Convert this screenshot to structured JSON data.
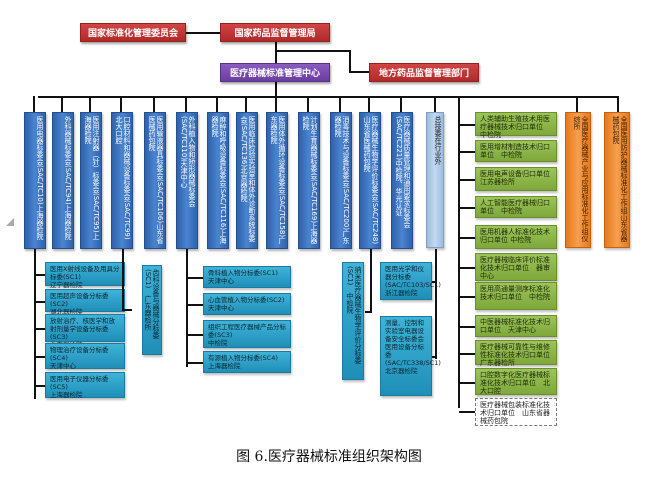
{
  "top": {
    "sac": "国家标准化管理委员会",
    "nmpa": "国家药品监督管理局",
    "center": "医疗器械标准管理中心",
    "local": "地方药品监督管理部门"
  },
  "committees": [
    {
      "name": "医用电器标委会(SAC/TC10)",
      "org": "上海器检院"
    },
    {
      "name": "外科器械标委会(SAC/TC94)",
      "org": "上海器检院"
    },
    {
      "name": "医用注射器（针）标委会(SAC/TC95)",
      "org": "上海器检院"
    },
    {
      "name": "口腔材料和器械设备标委会(SAC/TC99)",
      "org": "北大口腔"
    },
    {
      "name": "医用输液器具标委会(SAC/TC106)",
      "org": "山东省医械药包院"
    },
    {
      "name": "外科植入物和矫形器械标委会(SAC/TC110)",
      "org": "天津中心"
    },
    {
      "name": "麻醉和呼吸设备标委会(SAC/TC116)",
      "org": "上海器检院"
    },
    {
      "name": "医用临床检验实验室和体外诊断系统标委会(SAC/TC136)",
      "org": "北京器检院"
    },
    {
      "name": "医用体外循环设备标委会(SAC/TC158)",
      "org": "广东器检院"
    },
    {
      "name": "计划生育器械标委会(SAC/TC169)",
      "org": "上海器检院"
    },
    {
      "name": "消毒技术与设备标委会(SAC/TC200)",
      "org": "广东器检院"
    },
    {
      "name": "医疗器械生物学评价标委会(SAC/TC248)",
      "org": "山东省医械药包院"
    },
    {
      "name": "医疗器械质量管理和通用要求标委会(SAC/TC221)",
      "org": "中检院、华光认证"
    }
  ],
  "general_group": "总技委在行业外",
  "tech_units": [
    "人类辅助生殖技术用医疗器械技术归口单位　中检院",
    "医用增材制造技术归口单位　中检院",
    "医用电声设备归口单位　江苏器检所",
    "人工智能医疗器械归口单位　中检院",
    "医用机器人标准化技术归口单位 中检院",
    "医疗器械临床评价标准化技术归口单位　器审中心",
    "医用高通量测序标准化技术归口单位　中检院",
    "中医器械标准化技术归口单位　天津中心",
    "医疗器械可靠性与维修性标准化技术归口单位　广东器检所",
    "口腔数字化医疗器械标准化技术归口单位　北大口腔"
  ],
  "tech_unit_pending": "医疗器械包装标准化技术归口单位　山东省器械药包院",
  "working_groups": [
    {
      "name": "全国医疗器械产业与应用标准化工作组",
      "org": "仪综所"
    },
    {
      "name": "全国医用防护器械标准化工作组",
      "org": "山东省器械药包院"
    }
  ],
  "subcommittees": {
    "tc10": [
      "医用X射线设备及用具分标委(SC1)\n辽宁器检院",
      "医用超声设备分标委(SC2)\n湖北器检院",
      "放射治疗、核医学和放射剂量学设备分标委(SC3)\n北京器检院",
      "物理治疗设备分标委(SC4)\n天津中心",
      "医用电子仪器分标委(SC5)\n上海器检院"
    ],
    "tc99": "齿科设备与器械分标委(SC1)　广东器检所",
    "tc110": [
      "骨科植入物分标委(SC1)\n天津中心",
      "心血管植入物分标委(SC2)\n天津中心",
      "组织工程医疗器械产品分标委(SC3)\n中检院",
      "有源植入物分标委(SC4)\n上海器检院"
    ],
    "tc248": "纳米医疗器械生物学评价分标委(SC1)　中检院",
    "tc136": [
      "医用光学和仪器分标委(SAC/TC103/SC1)\n浙江器检院",
      "测量、控制和实验室电器设备安全标委会医用设备分标委(SAC/TC338/SC1)\n北京器检院"
    ]
  },
  "caption": "图 6.医疗器械标准组织架构图"
}
